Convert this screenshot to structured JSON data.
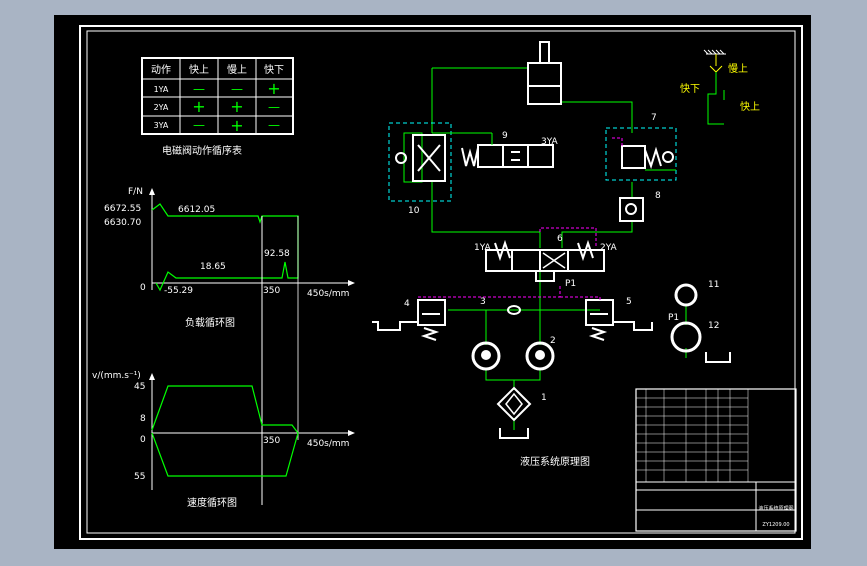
{
  "colors": {
    "background": "#a9b4c4",
    "sheet": "#000000",
    "border": "#ffffff",
    "green": "#00ff00",
    "cyan": "#00ffff",
    "magenta": "#ff00ff",
    "yellow": "#ffff00"
  },
  "action_table": {
    "headers": [
      "动作",
      "快上",
      "慢上",
      "快下"
    ],
    "rows": [
      {
        "label": "1YA",
        "cells": [
          "—",
          "—",
          "+"
        ]
      },
      {
        "label": "2YA",
        "cells": [
          "+",
          "+",
          "—"
        ]
      },
      {
        "label": "3YA",
        "cells": [
          "—",
          "+",
          "—"
        ]
      }
    ],
    "caption": "电磁阀动作循序表"
  },
  "load_chart": {
    "ylabel": "F/N",
    "peak_left_a": "6672.55",
    "peak_left_b": "6630.70",
    "plateau": "6612.05",
    "low_level": "18.65",
    "peak_right": "92.58",
    "origin": "0",
    "negative": "-55.29",
    "x_mark": "350",
    "x_end": "450s/mm",
    "caption": "负载循环图"
  },
  "speed_chart": {
    "ylabel": "v/(mm.s⁻¹)",
    "y_top": "45",
    "y_mid": "8",
    "y_zero": "0",
    "y_bottom": "55",
    "x_mark": "350",
    "x_end": "450s/mm",
    "caption": "速度循环图"
  },
  "hydraulic": {
    "caption": "液压系统原理图",
    "labels": {
      "n1": "1",
      "n2": "2",
      "n3": "3",
      "n4": "4",
      "n5": "5",
      "n6": "6",
      "n7": "7",
      "n8": "8",
      "n9": "9",
      "n10": "10",
      "n11": "11",
      "n12": "12",
      "ya1": "1YA",
      "ya2": "2YA",
      "ya3": "3YA",
      "p1a": "P1",
      "p1b": "P1"
    },
    "mechanism": {
      "up_slow": "慢上",
      "up_fast_v": "快上",
      "down_fast": "快下"
    }
  },
  "title_block": {
    "drawing_title": "液压系统原理图",
    "drawing_no": "ZY1209.00"
  }
}
